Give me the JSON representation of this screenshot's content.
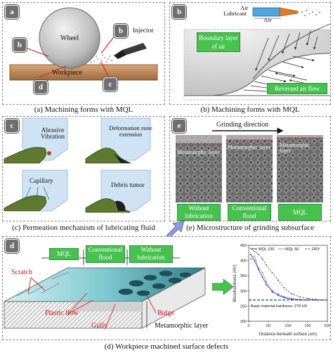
{
  "panel_a": {
    "letter": "a",
    "caption": "(a) Machining forms with MQL",
    "wheel_label": "Wheel",
    "injector_label": "Injector",
    "workpiece_label": "Workpiece",
    "markers": [
      "b",
      "b",
      "c",
      "d"
    ]
  },
  "panel_b": {
    "letter": "b",
    "caption": "(b) Machining forms with MQL",
    "air_label": "Air",
    "lubricant_label": "Lubricant",
    "air_label_2": "Air",
    "boundary_label": "Boundary layer of air",
    "reversed_label": "Reversed air flow"
  },
  "panel_c": {
    "letter": "c",
    "caption": "(c) Permeation mechanism of lubricating fluid",
    "abrasive_label": "Abrasive Vibration",
    "deformation_label": "Deformation zone extension",
    "capillary_label": "Capillary",
    "debris_label": "Debris tumor"
  },
  "panel_e": {
    "letter": "e",
    "caption": "(e) Microstructure of grinding subsurface",
    "direction_label": "Grinding direction",
    "layer_labels": [
      "Metamorphic layer",
      "Metamorphic layer",
      "Metamorphic layer"
    ],
    "conditions": [
      "Without lubrication",
      "Conventional flood",
      "MQL"
    ]
  },
  "panel_d": {
    "letter": "d",
    "caption": "(d) Workpiece machined surface defects",
    "zones": [
      "MQL",
      "Conventional flood",
      "Without lubrication"
    ],
    "scratch_label": "Scratch",
    "plastic_label": "Plastic flow",
    "gully_label": "Gully",
    "bulge_label": "Bulge",
    "metamorphic_label": "Metamorphic layer"
  },
  "chart_data": {
    "type": "line",
    "xlabel": "Distance beneath surface (um)",
    "ylabel": "Microhardness (HV)",
    "xlim": [
      0,
      200
    ],
    "ylim": [
      200,
      450
    ],
    "xticks": [
      0,
      50,
      100,
      150,
      200
    ],
    "yticks": [
      200,
      250,
      300,
      350,
      400,
      450
    ],
    "legend_position": "top",
    "annotation": "Base material hardness: 270 HV",
    "series": [
      {
        "name": "MQL 100",
        "color": "#2a2a8a",
        "x": [
          5,
          15,
          25,
          35,
          45,
          60,
          75,
          90,
          110,
          130,
          150,
          170,
          190
        ],
        "values": [
          420,
          400,
          370,
          345,
          320,
          300,
          285,
          278,
          272,
          270,
          270,
          270,
          270
        ]
      },
      {
        "name": "MQL 50",
        "color": "#7a4fb0",
        "x": [
          5,
          15,
          25,
          35,
          45,
          60,
          75,
          90,
          110,
          130,
          150,
          170,
          190
        ],
        "values": [
          405,
          415,
          375,
          360,
          330,
          295,
          290,
          280,
          275,
          272,
          270,
          270,
          270
        ]
      },
      {
        "name": "DRY",
        "color": "#555555",
        "x": [
          5,
          15,
          25,
          35,
          45,
          60,
          75,
          90,
          110,
          130,
          150,
          170,
          190
        ],
        "values": [
          440,
          430,
          420,
          405,
          385,
          360,
          335,
          310,
          290,
          280,
          275,
          272,
          270
        ]
      }
    ],
    "baseline": 270
  }
}
